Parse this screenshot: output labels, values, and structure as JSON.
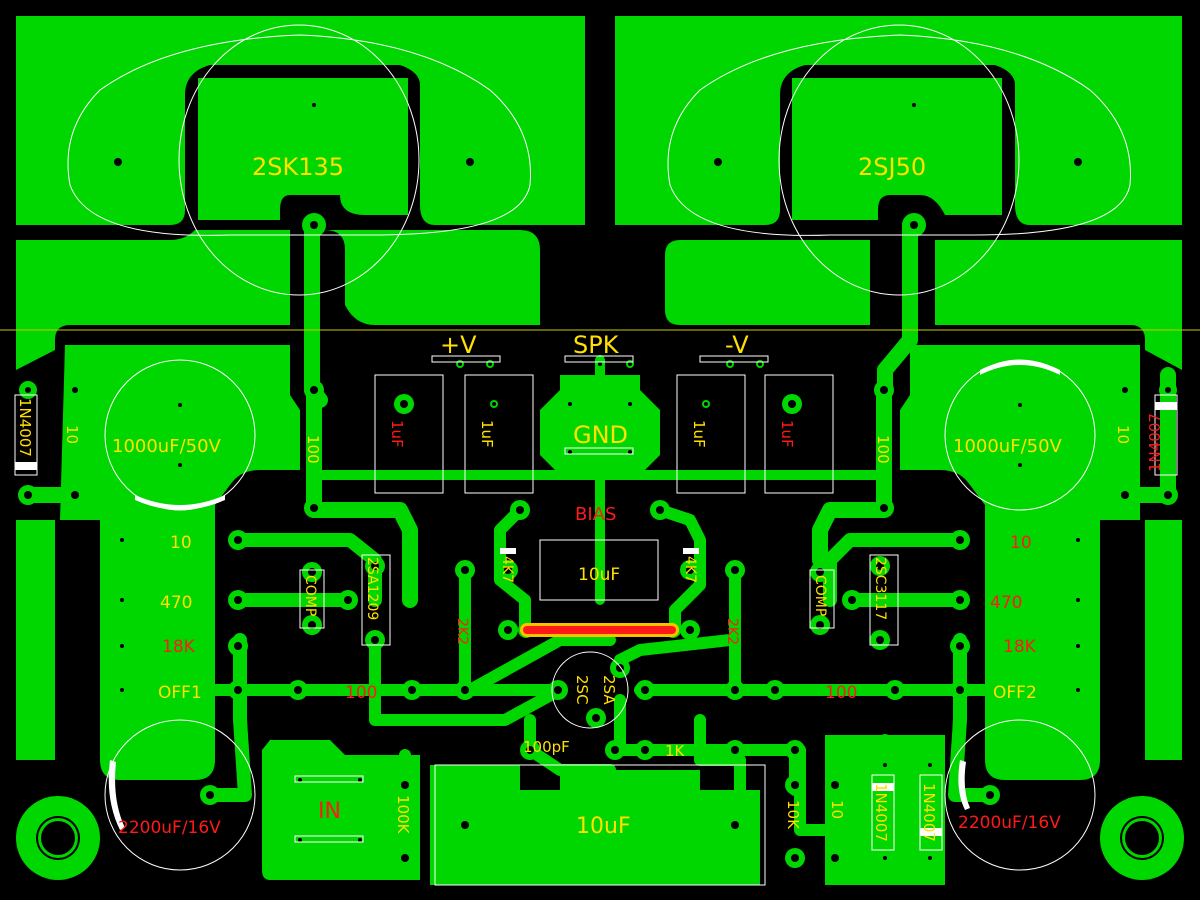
{
  "board": {
    "colors": {
      "copper": "#00d600",
      "background": "#000000",
      "silk": "#ffffff",
      "label_yellow": "#ffe000",
      "label_red": "#ff1a1a",
      "bridge": "#ff1a1a",
      "bridge_ring": "#ffc000",
      "guide": "#c8c800"
    }
  },
  "labels": {
    "q1": "2SK135",
    "q2": "2SJ50",
    "vplus": "+V",
    "spk": "SPK",
    "vminus": "-V",
    "gnd": "GND",
    "bias": "BIAS",
    "c_main_left": "1000uF/50V",
    "c_main_right": "1000uF/50V",
    "d_left": "1N4007",
    "d_right": "1N4007",
    "r10_left": "10",
    "r10_right": "10",
    "r100_left_v": "100",
    "r100_right_v": "100",
    "c1uf_a": "1uF",
    "c1uf_b": "1uF",
    "c1uf_c": "1uF",
    "c1uf_d": "1uF",
    "r_10_l": "10",
    "r_470_l": "470",
    "r_18k_l": "18K",
    "off1": "OFF1",
    "r_10_r": "10",
    "r_470_r": "470",
    "r_18k_r": "18K",
    "off2": "OFF2",
    "comp_l": "COMP",
    "comp_r": "COMP",
    "q_2sa1209": "2SA1209",
    "q_2sc3117": "2SC3117",
    "r_4k7_l": "4K7",
    "r_4k7_r": "4K7",
    "r_2k2_l": "2K2",
    "r_2k2_r": "2K2",
    "c_10uf_mid": "10uF",
    "r_100_l": "100",
    "r_100_r": "100",
    "q_2sc": "2SC",
    "q_2sa": "2SA",
    "c_100pf": "100pF",
    "r_1k": "1K",
    "in": "IN",
    "r_100k_l": "100K",
    "r_10k_r": "10K",
    "r_10_v": "10",
    "c_10uf_big": "10uF",
    "d_1n4007_a": "1N4007",
    "d_1n4007_b": "1N4007",
    "c_2200_l": "2200uF/16V",
    "c_2200_r": "2200uF/16V"
  }
}
